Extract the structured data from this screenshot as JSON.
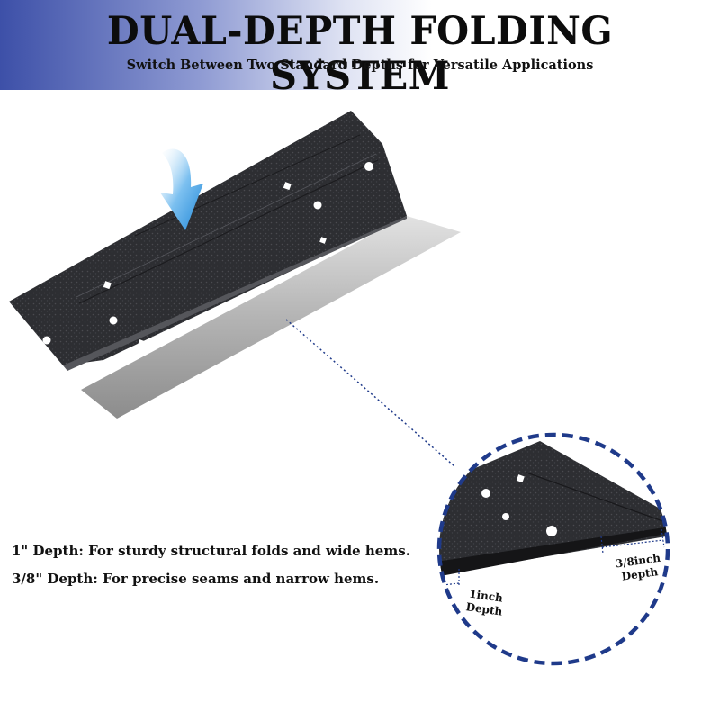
{
  "header": {
    "title": "DUAL-DEPTH FOLDING SYSTEM",
    "subtitle": "Switch Between Two Standard Depths for Versatile Applications"
  },
  "features": [
    "1\" Depth: For sturdy structural folds and wide hems.",
    "3/8\" Depth: For precise seams and narrow hems."
  ],
  "callout": {
    "depth_1in_label": "1inch",
    "depth_1in_word": "Depth",
    "depth_38_label": "3/8inch",
    "depth_38_word": "Depth"
  },
  "colors": {
    "banner_accent": "#3d50a8",
    "arrow": "#3a9be0",
    "dashed_circle": "#1f3a8a",
    "metal_dark": "#2c2d31",
    "metal_silver": "#b8b8b8"
  },
  "icons": [
    "curved-down-arrow-icon"
  ]
}
